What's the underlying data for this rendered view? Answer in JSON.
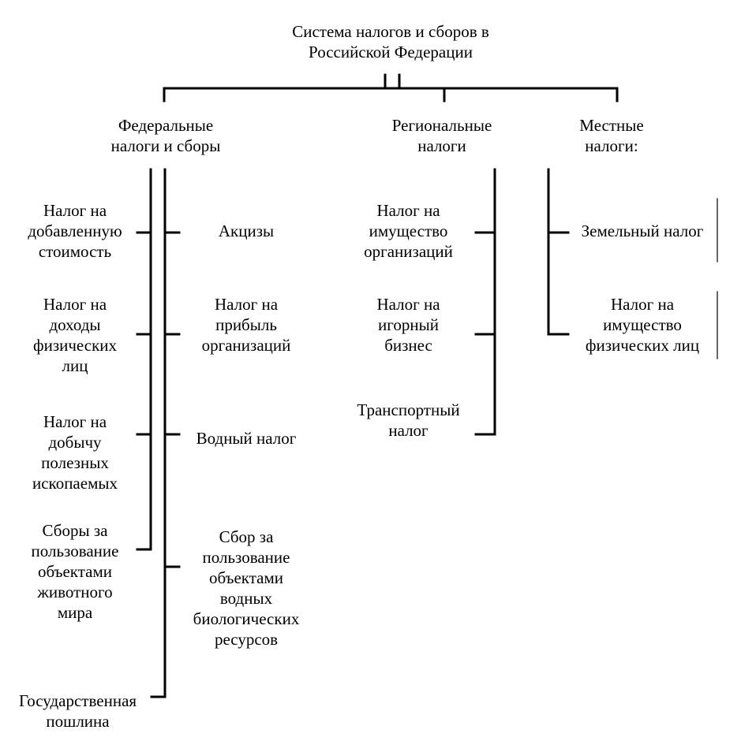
{
  "root": {
    "title": "Система налогов и сборов в\nРоссийской Федерации"
  },
  "categories": {
    "federal": "Федеральные\nналоги и сборы",
    "regional": "Региональные\nналоги",
    "local": "Местные\nналоги:"
  },
  "federal_left": [
    "Налог на\nдобавленную\nстоимость",
    "Налог на\nдоходы\nфизических\nлиц",
    "Налог на\nдобычу\nполезных\nископаемых",
    "Сборы за\nпользование\nобъектами\nживотного\nмира",
    "Государственная\nпошлина"
  ],
  "federal_right": [
    "Акцизы",
    "Налог на\nприбыль\nорганизаций",
    "Водный налог",
    "Сбор за\nпользование\nобъектами\nводных\nбиологических\nресурсов"
  ],
  "regional": [
    "Налог на\nимущество\nорганизаций",
    "Налог на\nигорный\nбизнес",
    "Транспортный\nналог"
  ],
  "local": [
    "Земельный налог",
    "Налог на\nимущество\nфизических лиц"
  ]
}
